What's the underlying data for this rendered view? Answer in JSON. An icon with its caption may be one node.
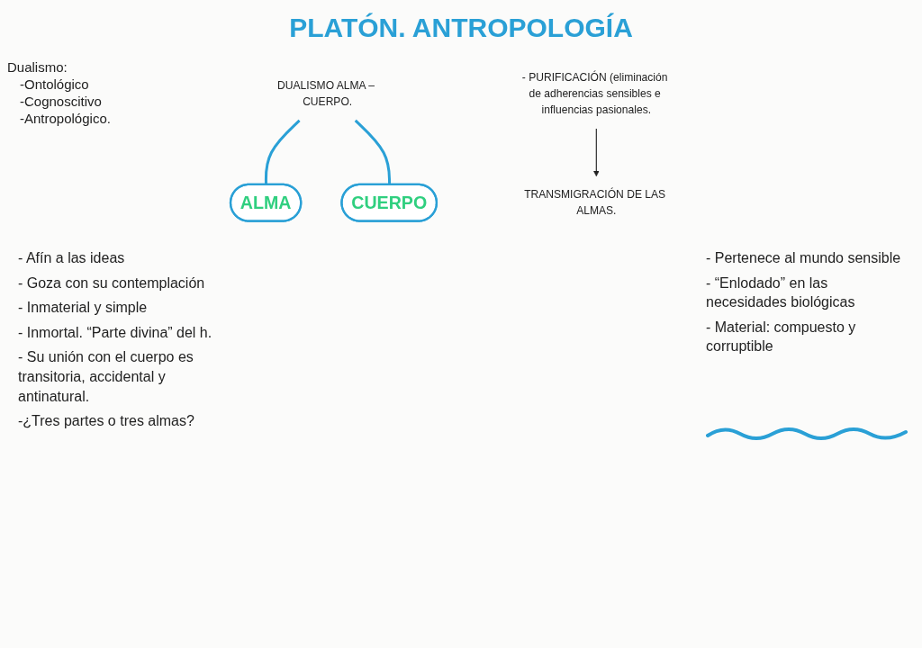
{
  "diagram": {
    "title": "PLATÓN. ANTROPOLOGÍA",
    "nodes": [
      {
        "text": [
          "DUALISMO ALMA – CUERPO."
        ]
      },
      {
        "text": [
          "ALMA"
        ]
      },
      {
        "text": [
          "CUERPO"
        ]
      },
      {
        "text": [
          "- PURIFICACIÓN (eliminación de adherencias sensibles e influencias pasionales."
        ]
      },
      {
        "text": [
          "TRANSMIGRACIÓN DE LAS ALMAS."
        ]
      }
    ],
    "edges": [
      {
        "from": 0,
        "to": 1,
        "arrow": "none"
      },
      {
        "from": 0,
        "to": 2,
        "arrow": "none"
      },
      {
        "from": 3,
        "to": 4,
        "arrow": "to",
        "color": "#222222"
      }
    ],
    "labels": [
      "Dualismo:",
      "-Ontológico",
      "-Cognoscitivo",
      "-Antropológico.",
      "- Afín a las ideas",
      "- Goza con su contemplación",
      "- Inmaterial y simple",
      "- Inmortal. “Parte divina” del h.",
      "- Su unión con el cuerpo es transitoria, accidental y antinatural.",
      "-¿Tres partes o tres almas?",
      "- Pertenece al mundo sensible",
      "- “Enlodado” en las necesidades biológicas",
      "- Material: compuesto y corruptible"
    ]
  }
}
